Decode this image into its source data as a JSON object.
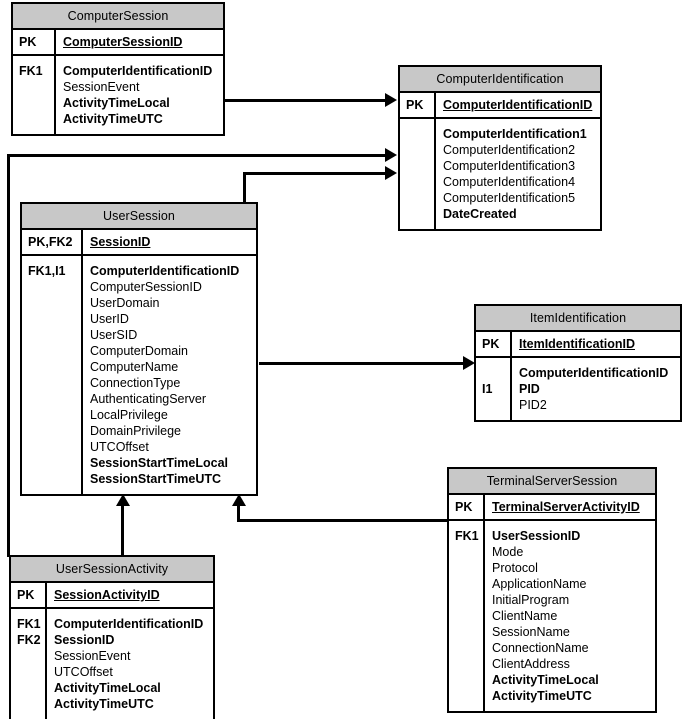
{
  "diagram": {
    "type": "entity-relationship-diagram",
    "header_fill": "#c8c8c8",
    "line_color": "#000000",
    "background": "#ffffff"
  },
  "entities": {
    "computer_session": {
      "title": "ComputerSession",
      "pk_key": "PK",
      "pk_field": "ComputerSessionID",
      "attr_keys": "FK1",
      "attrs": [
        {
          "name": "ComputerIdentificationID",
          "bold": true
        },
        {
          "name": "SessionEvent",
          "bold": false
        },
        {
          "name": "ActivityTimeLocal",
          "bold": true
        },
        {
          "name": "ActivityTimeUTC",
          "bold": true
        }
      ]
    },
    "computer_identification": {
      "title": "ComputerIdentification",
      "pk_key": "PK",
      "pk_field": "ComputerIdentificationID",
      "attr_keys": "",
      "attrs": [
        {
          "name": "ComputerIdentification1",
          "bold": true
        },
        {
          "name": "ComputerIdentification2",
          "bold": false
        },
        {
          "name": "ComputerIdentification3",
          "bold": false
        },
        {
          "name": "ComputerIdentification4",
          "bold": false
        },
        {
          "name": "ComputerIdentification5",
          "bold": false
        },
        {
          "name": "DateCreated",
          "bold": true
        }
      ]
    },
    "user_session": {
      "title": "UserSession",
      "pk_key": "PK,FK2",
      "pk_field": "SessionID",
      "attr_keys": "FK1,I1",
      "attrs": [
        {
          "name": "ComputerIdentificationID",
          "bold": true
        },
        {
          "name": "ComputerSessionID",
          "bold": false
        },
        {
          "name": "UserDomain",
          "bold": false
        },
        {
          "name": "UserID",
          "bold": false
        },
        {
          "name": "UserSID",
          "bold": false
        },
        {
          "name": "ComputerDomain",
          "bold": false
        },
        {
          "name": "ComputerName",
          "bold": false
        },
        {
          "name": "ConnectionType",
          "bold": false
        },
        {
          "name": "AuthenticatingServer",
          "bold": false
        },
        {
          "name": "LocalPrivilege",
          "bold": false
        },
        {
          "name": "DomainPrivilege",
          "bold": false
        },
        {
          "name": "UTCOffset",
          "bold": false
        },
        {
          "name": "SessionStartTimeLocal",
          "bold": true
        },
        {
          "name": "SessionStartTimeUTC",
          "bold": true
        }
      ]
    },
    "item_identification": {
      "title": "ItemIdentification",
      "pk_key": "PK",
      "pk_field": "ItemIdentificationID",
      "attr_keys": "I1",
      "attrs": [
        {
          "name": "ComputerIdentificationID",
          "bold": true
        },
        {
          "name": "PID",
          "bold": true
        },
        {
          "name": "PID2",
          "bold": false
        }
      ]
    },
    "terminal_server_session": {
      "title": "TerminalServerSession",
      "pk_key": "PK",
      "pk_field": "TerminalServerActivityID",
      "attr_keys": "FK1",
      "attrs": [
        {
          "name": "UserSessionID",
          "bold": true
        },
        {
          "name": "Mode",
          "bold": false
        },
        {
          "name": "Protocol",
          "bold": false
        },
        {
          "name": "ApplicationName",
          "bold": false
        },
        {
          "name": "InitialProgram",
          "bold": false
        },
        {
          "name": "ClientName",
          "bold": false
        },
        {
          "name": "SessionName",
          "bold": false
        },
        {
          "name": "ConnectionName",
          "bold": false
        },
        {
          "name": "ClientAddress",
          "bold": false
        },
        {
          "name": "ActivityTimeLocal",
          "bold": true
        },
        {
          "name": "ActivityTimeUTC",
          "bold": true
        }
      ]
    },
    "user_session_activity": {
      "title": "UserSessionActivity",
      "pk_key": "PK",
      "pk_field": "SessionActivityID",
      "attr_keys": "FK1\nFK2",
      "attrs": [
        {
          "name": "ComputerIdentificationID",
          "bold": true
        },
        {
          "name": "SessionID",
          "bold": true
        },
        {
          "name": "SessionEvent",
          "bold": false
        },
        {
          "name": "UTCOffset",
          "bold": false
        },
        {
          "name": "ActivityTimeLocal",
          "bold": true
        },
        {
          "name": "ActivityTimeUTC",
          "bold": true
        }
      ]
    }
  },
  "relationships": [
    {
      "from": "ComputerSession",
      "to": "ComputerIdentification"
    },
    {
      "from": "UserSessionActivity",
      "to": "ComputerIdentification"
    },
    {
      "from": "UserSession",
      "to": "ComputerIdentification"
    },
    {
      "from": "UserSession",
      "to": "ItemIdentification"
    },
    {
      "from": "UserSessionActivity",
      "to": "UserSession"
    },
    {
      "from": "TerminalServerSession",
      "to": "UserSession"
    }
  ]
}
